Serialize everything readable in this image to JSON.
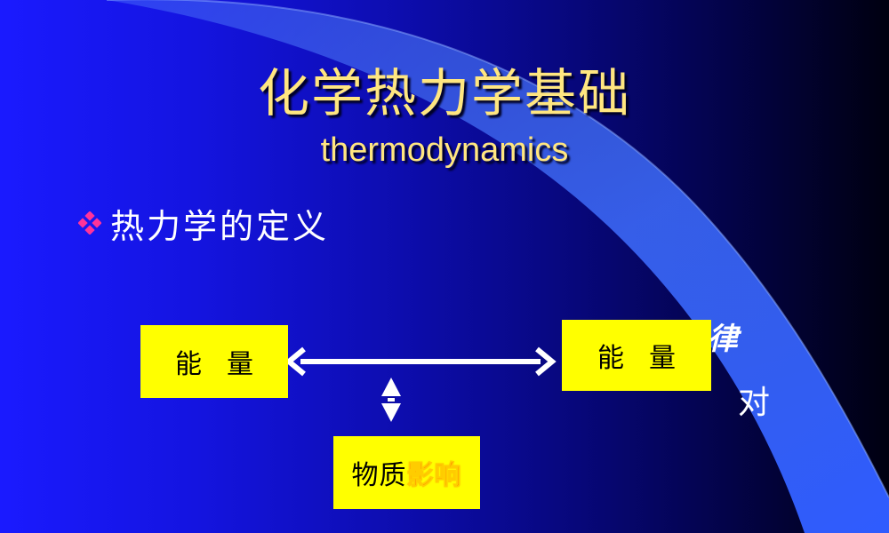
{
  "slide": {
    "title": "化学热力学基础",
    "subtitle": "thermodynamics",
    "bullet": "热力学的定义",
    "box_left": "能量",
    "box_right": "能量",
    "box_bottom_plain": "物质",
    "box_bottom_effect": "影响",
    "partial_char": "律",
    "side_char": "对"
  },
  "colors": {
    "title": "#ffe680",
    "box": "#ffff00",
    "bullet_icon": "#ff3399",
    "swoosh": "#3a6bff"
  },
  "icons": {
    "bullet": "diamond-bullet-icon",
    "arrow": "double-headed-arrow-icon"
  }
}
